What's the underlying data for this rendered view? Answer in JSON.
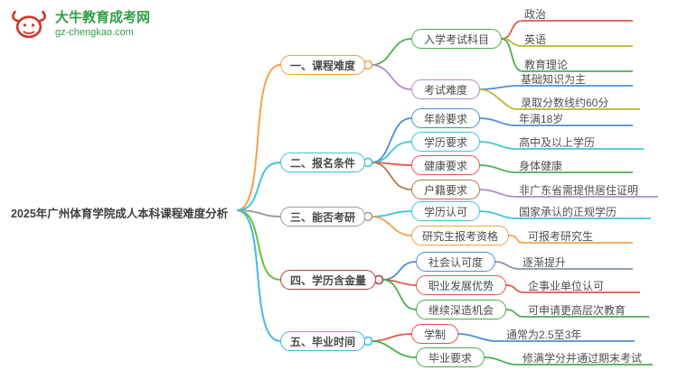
{
  "logo": {
    "title": "大牛教育成考网",
    "url": "gz-chengkao.com",
    "icon": "bull-icon",
    "brand_green": "#2f9e44",
    "brand_red": "#d33a2c"
  },
  "central": {
    "title": "2025年广州体育学院成人本科课程难度分析"
  },
  "branches": [
    {
      "label": "一、课程难度",
      "color": "#f5a04c",
      "children": [
        {
          "label": "入学考试科目",
          "color": "#4caf50",
          "children": [
            {
              "label": "政治",
              "color": "#e2574c"
            },
            {
              "label": "英语",
              "color": "#bcb52c"
            },
            {
              "label": "教育理论",
              "color": "#4caf50"
            }
          ]
        },
        {
          "label": "考试难度",
          "color": "#b08cc8",
          "children": [
            {
              "label": "基础知识为主",
              "color": "#4a90d9"
            },
            {
              "label": "录取分数线约60分",
              "color": "#bcb52c"
            }
          ]
        }
      ]
    },
    {
      "label": "二、报名条件",
      "color": "#3ec6d8",
      "children": [
        {
          "label": "年龄要求",
          "color": "#4a90d9",
          "children": [
            {
              "label": "年满18岁",
              "color": "#4a90d9"
            }
          ]
        },
        {
          "label": "学历要求",
          "color": "#3ec6d8",
          "children": [
            {
              "label": "高中及以上学历",
              "color": "#3ec6d8"
            }
          ]
        },
        {
          "label": "健康要求",
          "color": "#e2574c",
          "children": [
            {
              "label": "身体健康",
              "color": "#4caf50"
            }
          ]
        },
        {
          "label": "户籍要求",
          "color": "#b07b4f",
          "children": [
            {
              "label": "非广东省需提供居住证明",
              "color": "#b08cc8"
            }
          ]
        }
      ]
    },
    {
      "label": "三、能否考研",
      "color": "#9e9e9e",
      "children": [
        {
          "label": "学历认可",
          "color": "#3ec6d8",
          "children": [
            {
              "label": "国家承认的正规学历",
              "color": "#3ec6d8"
            }
          ]
        },
        {
          "label": "研究生报考资格",
          "color": "#f5a04c",
          "children": [
            {
              "label": "可报考研究生",
              "color": "#f5a04c"
            }
          ]
        }
      ]
    },
    {
      "label": "四、学历含金量",
      "color": "#a94442",
      "line_color": "#67c23a",
      "children": [
        {
          "label": "社会认可度",
          "color": "#4a90d9",
          "children": [
            {
              "label": "逐渐提升",
              "color": "#8596a6"
            }
          ]
        },
        {
          "label": "职业发展优势",
          "color": "#e2574c",
          "children": [
            {
              "label": "企事业单位认可",
              "color": "#e2574c"
            }
          ]
        },
        {
          "label": "继续深造机会",
          "color": "#4caf50",
          "children": [
            {
              "label": "可申请更高层次教育",
              "color": "#4caf50"
            }
          ]
        }
      ]
    },
    {
      "label": "五、毕业时间",
      "color": "#49b6e8",
      "children": [
        {
          "label": "学制",
          "color": "#e2574c",
          "children": [
            {
              "label": "通常为2.5至3年",
              "color": "#4a90d9"
            }
          ]
        },
        {
          "label": "毕业要求",
          "color": "#4caf50",
          "children": [
            {
              "label": "修满学分并通过期末考试",
              "color": "#4caf50"
            }
          ]
        }
      ]
    }
  ]
}
